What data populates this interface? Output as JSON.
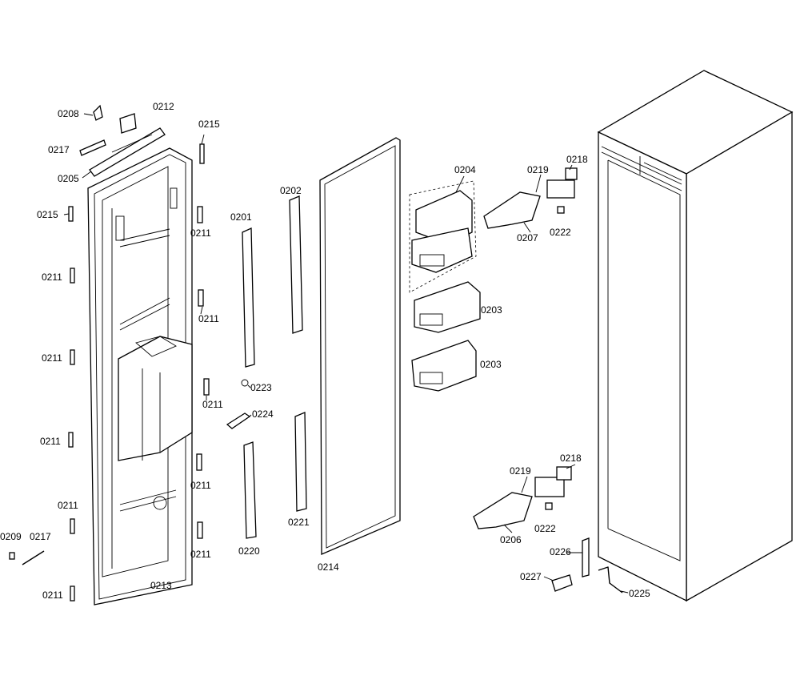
{
  "labels": {
    "p0208": "0208",
    "p0212": "0212",
    "p0217a": "0217",
    "p0205": "0205",
    "p0215a": "0215",
    "p0215b": "0215",
    "p0211_l1": "0211",
    "p0211_l2": "0211",
    "p0211_l3": "0211",
    "p0211_l4": "0211",
    "p0211_l5": "0211",
    "p0211_r1": "0211",
    "p0211_r2": "0211",
    "p0211_r3": "0211",
    "p0211_r4": "0211",
    "p0211_r5": "0211",
    "p0209": "0209",
    "p0217b": "0217",
    "p0213": "0213",
    "p0201": "0201",
    "p0223": "0223",
    "p0224": "0224",
    "p0220": "0220",
    "p0202": "0202",
    "p0221": "0221",
    "p0214": "0214",
    "p0204": "0204",
    "p0203a": "0203",
    "p0203b": "0203",
    "p0219a": "0219",
    "p0218a": "0218",
    "p0207": "0207",
    "p0222a": "0222",
    "p0219b": "0219",
    "p0218b": "0218",
    "p0206": "0206",
    "p0222b": "0222",
    "p0226": "0226",
    "p0227": "0227",
    "p0225": "0225"
  }
}
